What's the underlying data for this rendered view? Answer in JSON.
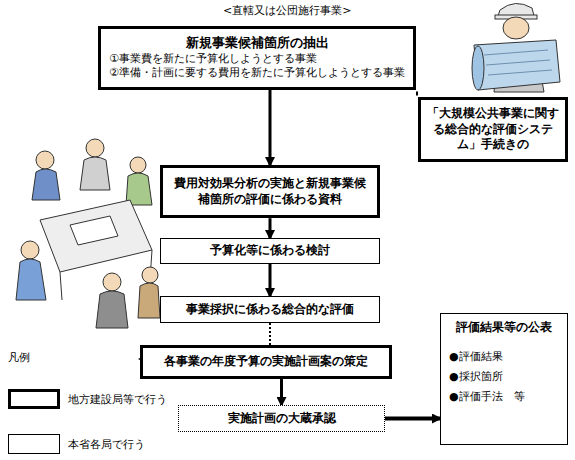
{
  "diagram": {
    "nodes": [
      {
        "text": [
          "新規事業候補箇所の抽出",
          "①事業費を新たに予算化しようとする事業",
          "②準備・計画に要する費用を新たに予算化しようとする事業"
        ]
      },
      {
        "text": [
          "「大規模公共事業に関する総合的な評価システム」手続きの"
        ]
      },
      {
        "text": [
          "費用対効果分析の実施と新規事業候補箇所の評価に係わる資料"
        ]
      },
      {
        "text": [
          "予算化等に係わる検討"
        ]
      },
      {
        "text": [
          "事業採択に係わる総合的な評価"
        ]
      },
      {
        "text": [
          "各事業の年度予算の実施計画案の策定"
        ]
      },
      {
        "text": [
          "実施計画の大蔵承認"
        ]
      },
      {
        "text": [
          "評価結果等の公表",
          "●評価結果",
          "●採択箇所",
          "●評価手法　等"
        ]
      }
    ],
    "edges": [
      {
        "from": 0,
        "to": 2,
        "arrow": "to"
      },
      {
        "from": 0,
        "to": 1,
        "arrow": "none"
      },
      {
        "from": 2,
        "to": 3,
        "arrow": "to"
      },
      {
        "from": 3,
        "to": 4,
        "arrow": "to"
      },
      {
        "from": 4,
        "to": 5,
        "arrow": "to"
      },
      {
        "from": 5,
        "to": 6,
        "arrow": "to"
      },
      {
        "from": 6,
        "to": 7,
        "arrow": "to"
      }
    ],
    "labels": [
      "<直轄又は公団施行事業>",
      "凡例"
    ],
    "legend": [
      {
        "text": "地方建設局等で行う"
      },
      {
        "text": "本省各局で行う"
      }
    ]
  }
}
